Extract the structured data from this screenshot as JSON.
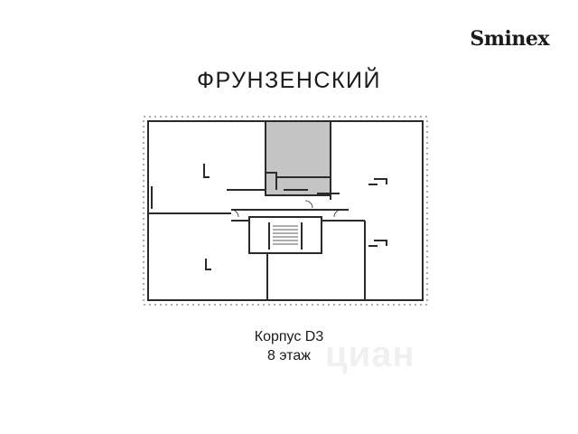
{
  "header": {
    "brand": "Sminex",
    "title": "ФРУНЗЕНСКИЙ"
  },
  "plan": {
    "caption_building": "Корпус D3",
    "caption_floor": "8 этаж",
    "highlight_color": "#c4c4c4",
    "wall_color": "#2a2a2a"
  },
  "watermark": {
    "text": "циан"
  }
}
